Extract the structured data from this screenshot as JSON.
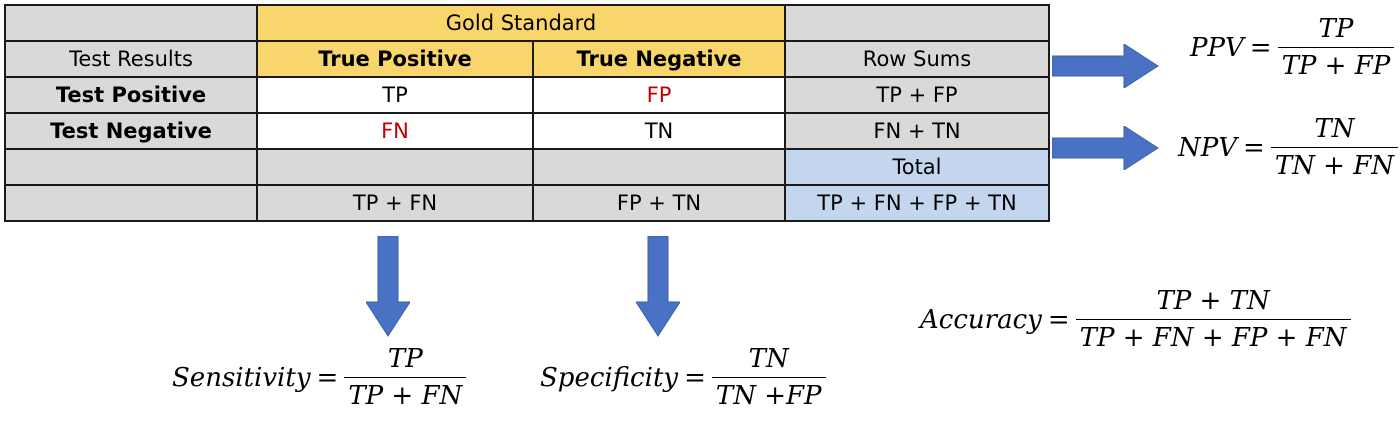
{
  "table": {
    "header_gold": "Gold Standard",
    "test_results": "Test Results",
    "true_positive": "True Positive",
    "true_negative": "True Negative",
    "row_sums": "Row Sums",
    "test_positive": "Test Positive",
    "test_negative": "Test Negative",
    "tp": "TP",
    "fp": "FP",
    "fn": "FN",
    "tn": "TN",
    "tp_plus_fp": "TP + FP",
    "fn_plus_tn": "FN + TN",
    "total": "Total",
    "tp_plus_fn": "TP + FN",
    "fp_plus_tn": "FP + TN",
    "grand_total": "TP + FN + FP + TN"
  },
  "formulas": {
    "ppv": {
      "label": "PPV",
      "eq": "=",
      "num": "TP",
      "den": "TP + FP"
    },
    "npv": {
      "label": "NPV",
      "eq": "=",
      "num": "TN",
      "den": "TN + FN"
    },
    "accuracy": {
      "label": "Accuracy",
      "eq": "=",
      "num": "TP + TN",
      "den": "TP + FN + FP + FN"
    },
    "sensitivity": {
      "label": "Sensitivity",
      "eq": "=",
      "num": "TP",
      "den": "TP + FN"
    },
    "specificity": {
      "label": "Specificity",
      "eq": "=",
      "num": "TN",
      "den": "TN +FP"
    }
  },
  "colors": {
    "gold": "#f8d66b",
    "gray": "#d9d9d9",
    "blue_cell": "#c4d6ee",
    "red_text": "#c00000",
    "arrow": "#4a72c4"
  }
}
